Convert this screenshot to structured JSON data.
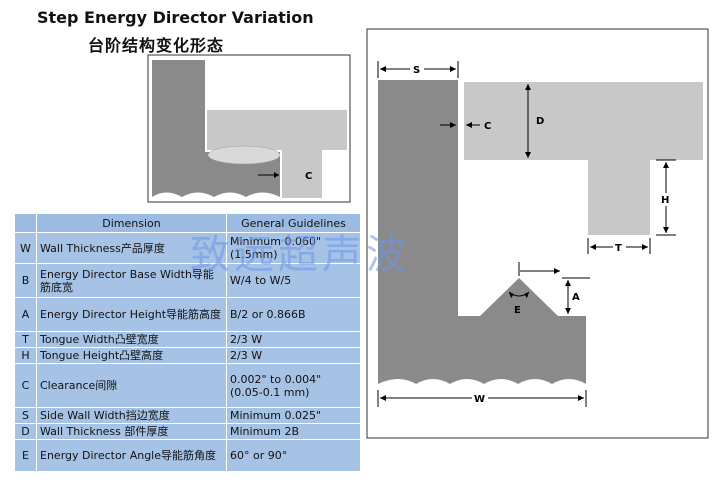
{
  "title_en": "Step Energy Director Variation",
  "title_cn": "台阶结构变化形态",
  "watermark": "致远超声波",
  "table": {
    "headers": [
      "Dimension",
      "General Guidelines"
    ],
    "rows": [
      {
        "code": "W",
        "dimension": "Wall Thickness产品厚度",
        "guideline": "Minimum 0.060\" (1.5mm)"
      },
      {
        "code": "B",
        "dimension": "Energy Director Base Width导能筋底宽",
        "guideline": "W/4 to W/5"
      },
      {
        "code": "A",
        "dimension": "Energy Director Height导能筋高度",
        "guideline": "B/2 or 0.866B"
      },
      {
        "code": "T",
        "dimension": "Tongue Width凸壁宽度",
        "guideline": "2/3 W"
      },
      {
        "code": "H",
        "dimension": "Tongue Height凸壁高度",
        "guideline": "2/3 W"
      },
      {
        "code": "C",
        "dimension": "Clearance间隙",
        "guideline": "0.002\" to 0.004\" (0.05-0.1 mm)"
      },
      {
        "code": "S",
        "dimension": "Side Wall Width挡边宽度",
        "guideline": "Minimum 0.025\""
      },
      {
        "code": "D",
        "dimension": "Wall Thickness 部件厚度",
        "guideline": "Minimum 2B"
      },
      {
        "code": "E",
        "dimension": "Energy Director Angle导能筋角度",
        "guideline": "60° or 90°"
      }
    ]
  },
  "small_diagram": {
    "label_c": "C"
  },
  "large_diagram": {
    "labels": {
      "s": "S",
      "c": "C",
      "d": "D",
      "h": "H",
      "t": "T",
      "a": "A",
      "e": "E",
      "w": "W"
    }
  },
  "colors": {
    "dark_part": "#8a8a8a",
    "light_part": "#c8c8c8",
    "table_bg": "#a6c3e6"
  }
}
